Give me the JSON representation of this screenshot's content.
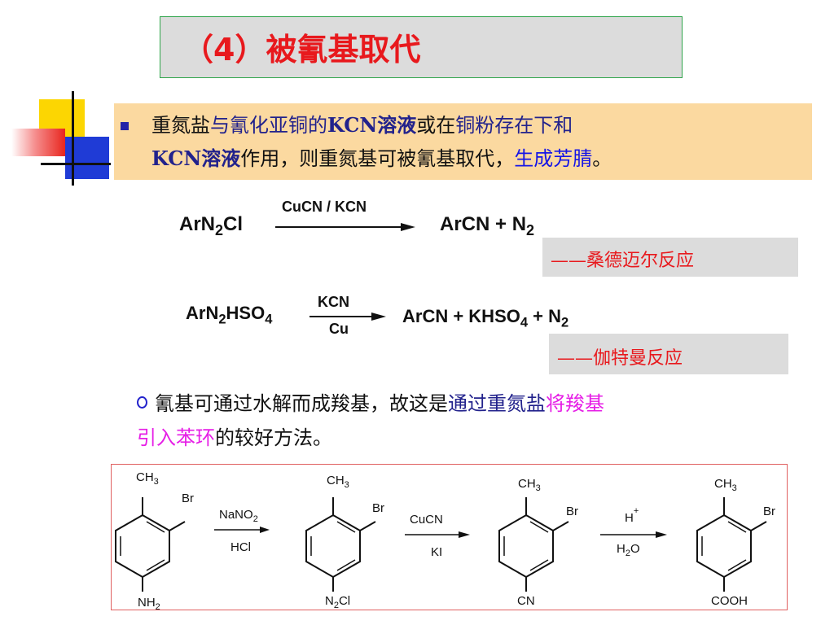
{
  "title": "（4）被氰基取代",
  "intro": {
    "line1": [
      {
        "text": "重氮盐",
        "color": "black"
      },
      {
        "text": "与氰化亚铜的",
        "color": "navy"
      },
      {
        "text": "KCN溶液",
        "color": "navy"
      },
      {
        "text": "或在",
        "color": "black"
      },
      {
        "text": "铜粉存在下和",
        "color": "navy"
      }
    ],
    "line2": [
      {
        "text": "KCN溶液",
        "color": "navy"
      },
      {
        "text": "作用，则重氮基可被氰基取代，",
        "color": "black"
      },
      {
        "text": "生成芳腈",
        "color": "blue"
      },
      {
        "text": "。",
        "color": "black"
      }
    ]
  },
  "reaction1": {
    "reactant_main": "ArN",
    "reactant_sub": "2",
    "reactant_tail": "Cl",
    "reagent": "CuCN / KCN",
    "product_main": "ArCN + N",
    "product_sub": "2",
    "name": "——桑德迈尔反应"
  },
  "reaction2": {
    "reactant_a": "ArN",
    "reactant_sub1": "2",
    "reactant_b": "HSO",
    "reactant_sub2": "4",
    "reagent_top": "KCN",
    "reagent_bottom": "Cu",
    "product_a": "ArCN + KHSO",
    "product_sub1": "4",
    "product_b": " + N",
    "product_sub2": "2",
    "name": "——伽特曼反应"
  },
  "note": {
    "line1": [
      {
        "text": "氰基可通过水解而成羧基，故这是",
        "color": "black"
      },
      {
        "text": "通过重氮盐",
        "color": "navy"
      },
      {
        "text": "将羧基",
        "color": "magenta"
      }
    ],
    "line2": [
      {
        "text": "引入苯环",
        "color": "magenta"
      },
      {
        "text": "的较好方法。",
        "color": "black"
      }
    ]
  },
  "scheme": {
    "compounds": [
      {
        "top": "CH",
        "top_sub": "3",
        "side": "Br",
        "bottom": "NH",
        "bottom_sub": "2",
        "bottom_tail": ""
      },
      {
        "top": "CH",
        "top_sub": "3",
        "side": "Br",
        "bottom": "N",
        "bottom_sub": "2",
        "bottom_tail": "Cl"
      },
      {
        "top": "CH",
        "top_sub": "3",
        "side": "Br",
        "bottom": "CN",
        "bottom_sub": "",
        "bottom_tail": ""
      },
      {
        "top": "CH",
        "top_sub": "3",
        "side": "Br",
        "bottom": "COOH",
        "bottom_sub": "",
        "bottom_tail": ""
      }
    ],
    "arrows": [
      {
        "top": "NaNO",
        "top_sub": "2",
        "top_sup": "",
        "bottom": "HCl",
        "bottom_sub": "",
        "bottom_tail": ""
      },
      {
        "top": "CuCN",
        "top_sub": "",
        "top_sup": "",
        "bottom": "KI",
        "bottom_sub": "",
        "bottom_tail": ""
      },
      {
        "top": "H",
        "top_sub": "",
        "top_sup": "+",
        "bottom": "H",
        "bottom_sub": "2",
        "bottom_tail": "O"
      }
    ]
  },
  "colors": {
    "black": "#111111",
    "navy": "#22228c",
    "blue": "#1515e6",
    "red": "#e8191d",
    "magenta": "#e61ee6",
    "title_bg": "#dcdcdc",
    "intro_bg": "#fbd9a0"
  }
}
